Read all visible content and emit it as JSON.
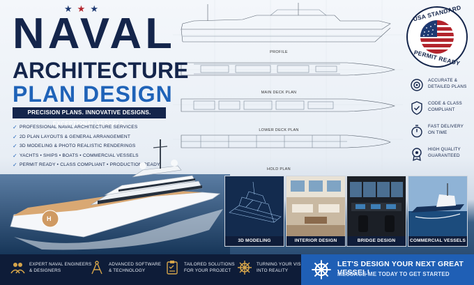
{
  "header": {
    "stars": [
      "★",
      "★",
      "★"
    ],
    "title_line1": "NAVAL",
    "title_line2": "ARCHITECTURE",
    "title_line3": "PLAN DESIGN",
    "tagline": "PRECISION PLANS. INNOVATIVE DESIGNS. EXCEPTIONAL VESSELS."
  },
  "features": [
    "PROFESSIONAL NAVAL ARCHITECTURE SERVICES",
    "2D PLAN LAYOUTS & GENERAL ARRANGEMENT",
    "3D MODELING & PHOTO REALISTIC RENDERINGS",
    "YACHTS • SHIPS • BOATS • COMMERCIAL VESSELS",
    "PERMIT READY • CLASS COMPLIANT • PRODUCTION READY"
  ],
  "blueprint": {
    "labels": [
      "PROFILE",
      "MAIN DECK PLAN",
      "LOWER DECK PLAN",
      "HOLD PLAN"
    ]
  },
  "badge": {
    "top_text": "USA STANDARD",
    "bottom_text": "PERMIT READY"
  },
  "benefits": [
    {
      "icon": "target-icon",
      "line1": "ACCURATE &",
      "line2": "DETAILED PLANS"
    },
    {
      "icon": "shield-check-icon",
      "line1": "CODE & CLASS",
      "line2": "COMPLIANT"
    },
    {
      "icon": "stopwatch-icon",
      "line1": "FAST DELIVERY",
      "line2": "ON TIME"
    },
    {
      "icon": "quality-medal-icon",
      "line1": "HIGH QUALITY",
      "line2": "GUARANTEED"
    }
  ],
  "cards": [
    {
      "caption": "3D MODELING"
    },
    {
      "caption": "INTERIOR DESIGN"
    },
    {
      "caption": "BRIDGE DESIGN"
    },
    {
      "caption": "COMMERCIAL VESSELS"
    }
  ],
  "footer": [
    {
      "icon": "engineers-icon",
      "line1": "EXPERT NAVAL ENGINEERS",
      "line2": "& DESIGNERS"
    },
    {
      "icon": "compass-icon",
      "line1": "ADVANCED SOFTWARE",
      "line2": "& TECHNOLOGY"
    },
    {
      "icon": "clipboard-icon",
      "line1": "TAILORED SOLUTIONS",
      "line2": "FOR YOUR PROJECT"
    },
    {
      "icon": "ship-wheel-icon",
      "line1": "TURNING YOUR VISION",
      "line2": "INTO REALITY"
    }
  ],
  "cta": {
    "icon": "ship-wheel-icon",
    "line1": "LET'S DESIGN YOUR NEXT GREAT VESSEL!",
    "line2": "MESSAGE ME TODAY TO GET STARTED"
  },
  "colors": {
    "navy": "#14254b",
    "accent_blue": "#1f63b8",
    "footer_bg": "#0e1c38",
    "cta_bg": "#1f5fb5",
    "flag_red": "#b3252d"
  }
}
